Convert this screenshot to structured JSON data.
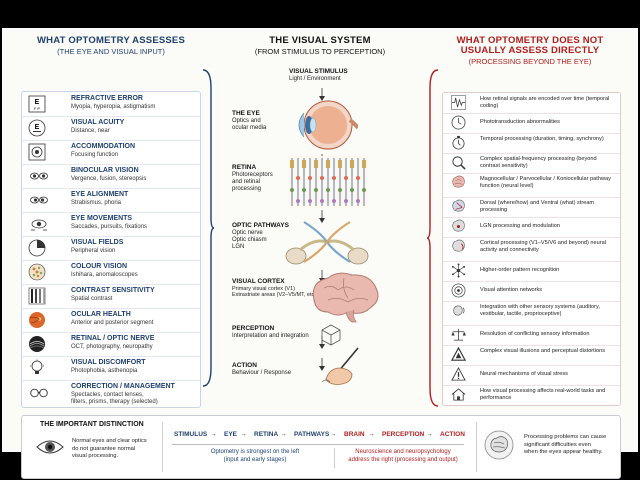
{
  "left": {
    "title": "WHAT OPTOMETRY ASSESSES",
    "subtitle": "(THE EYE AND VISUAL INPUT)",
    "items": [
      {
        "title": "REFRACTIVE ERROR",
        "desc": "Myopia, hyperopia, astigmatism",
        "icon": "eye-chart-icon"
      },
      {
        "title": "VISUAL ACUITY",
        "desc": "Distance, near",
        "icon": "acuity-chart-icon"
      },
      {
        "title": "ACCOMMODATION",
        "desc": "Focusing function",
        "icon": "focus-target-icon"
      },
      {
        "title": "BINOCULAR VISION",
        "desc": "Vergence, fusion, stereopsis",
        "icon": "two-eyes-icon"
      },
      {
        "title": "EYE ALIGNMENT",
        "desc": "Strabismus, phoria",
        "icon": "aligned-eyes-icon"
      },
      {
        "title": "EYE MOVEMENTS",
        "desc": "Saccades, pursuits, fixations",
        "icon": "moving-eye-icon"
      },
      {
        "title": "VISUAL FIELDS",
        "desc": "Peripheral vision",
        "icon": "visual-field-icon"
      },
      {
        "title": "COLOUR VISION",
        "desc": "Ishihara, anomaloscopes",
        "icon": "colour-plate-icon"
      },
      {
        "title": "CONTRAST SENSITIVITY",
        "desc": "Spatial contrast",
        "icon": "contrast-grating-icon"
      },
      {
        "title": "OCULAR HEALTH",
        "desc": "Anterior and posterior segment",
        "icon": "fundus-icon"
      },
      {
        "title": "RETINAL / OPTIC NERVE",
        "desc": "OCT, photography, neuropathy",
        "icon": "oct-scan-icon"
      },
      {
        "title": "VISUAL DISCOMFORT",
        "desc": "Photophobia, asthenopia",
        "icon": "lightbulb-icon"
      },
      {
        "title": "CORRECTION / MANAGEMENT",
        "desc": "Spectacles, contact lenses,",
        "desc2": "filters, prisms, therapy (selected)",
        "icon": "spectacles-icon"
      }
    ]
  },
  "center": {
    "title": "THE VISUAL SYSTEM",
    "subtitle": "(FROM STIMULUS TO PERCEPTION)",
    "stages": [
      {
        "name": "VISUAL STIMULUS",
        "desc": [
          "Light / Environment"
        ]
      },
      {
        "name": "THE EYE",
        "desc": [
          "Optics and",
          "ocular media"
        ]
      },
      {
        "name": "RETINA",
        "desc": [
          "Photoreceptors",
          "and retinal",
          "processing"
        ]
      },
      {
        "name": "OPTIC PATHWAYS",
        "desc": [
          "Optic nerve",
          "Optic chiasm",
          "LGN"
        ]
      },
      {
        "name": "VISUAL CORTEX",
        "desc": [
          "Primary visual cortex (V1)",
          "Extrastriate areas (V2–V5/MT, etc.)"
        ]
      },
      {
        "name": "PERCEPTION",
        "desc": [
          "Interpretation and integration"
        ]
      },
      {
        "name": "ACTION",
        "desc": [
          "Behaviour / Response"
        ]
      }
    ]
  },
  "right": {
    "title": "WHAT OPTOMETRY DOES NOT",
    "title2": "USUALLY ASSESS DIRECTLY",
    "subtitle": "(PROCESSING BEYOND THE EYE)",
    "items": [
      {
        "text": "How retinal signals are encoded over time (temporal coding)",
        "icon": "waveform-icon"
      },
      {
        "text": "Phototransduction abnormalities",
        "icon": "clock-icon"
      },
      {
        "text": "Temporal processing (duration, timing, synchrony)",
        "icon": "stopwatch-icon"
      },
      {
        "text": "Complex spatial-frequency processing (beyond contrast sensitivity)",
        "icon": "magnifier-icon"
      },
      {
        "text": "Magnocellular / Parvocellular / Koniocellular pathway function (neural level)",
        "icon": "brain-icon"
      },
      {
        "text": "Dorsal (where/how) and Ventral (what) stream processing",
        "icon": "brain-streams-icon"
      },
      {
        "text": "LGN processing and modulation",
        "icon": "brain-lgn-icon"
      },
      {
        "text": "Cortical processing (V1–V5/V6 and beyond) neural activity and connectivity",
        "icon": "brain-cortex-icon"
      },
      {
        "text": "Higher-order pattern recognition",
        "icon": "network-icon"
      },
      {
        "text": "Visual attention networks",
        "icon": "target-icon"
      },
      {
        "text": "Integration with other sensory systems (auditory, vestibular, tactile, proprioceptive)",
        "icon": "sensory-integration-icon"
      },
      {
        "text": "Resolution of conflicting sensory information",
        "icon": "balance-scale-icon"
      },
      {
        "text": "Complex visual illusions and perceptual distortions",
        "icon": "illusion-triangle-icon"
      },
      {
        "text": "Neural mechanisms of visual stress",
        "icon": "warning-icon"
      },
      {
        "text": "How visual processing affects real-world tasks and performance",
        "icon": "house-icon"
      }
    ]
  },
  "bottom": {
    "title": "THE IMPORTANT DISTINCTION",
    "left_text": [
      "Normal eyes and clear optics",
      "do not guarantee normal",
      "visual processing."
    ],
    "flow_blue": [
      "STIMULUS",
      "EYE",
      "RETINA",
      "PATHWAYS"
    ],
    "flow_red": [
      "BRAIN",
      "PERCEPTION",
      "ACTION"
    ],
    "arrow": "→",
    "note_left": [
      "Optometry is strongest on the left",
      "(input and early stages)"
    ],
    "note_right": [
      "Neuroscience and neuropsychology",
      "address the right (processing and output)"
    ],
    "right_text": [
      "Processing problems can cause",
      "significant difficulties even",
      "when the eyes appear healthy."
    ]
  },
  "colors": {
    "blue": "#1f3f6e",
    "red": "#b01e1e",
    "eye_orange": "#d9662a",
    "brain_pink": "#e9b9b0"
  }
}
